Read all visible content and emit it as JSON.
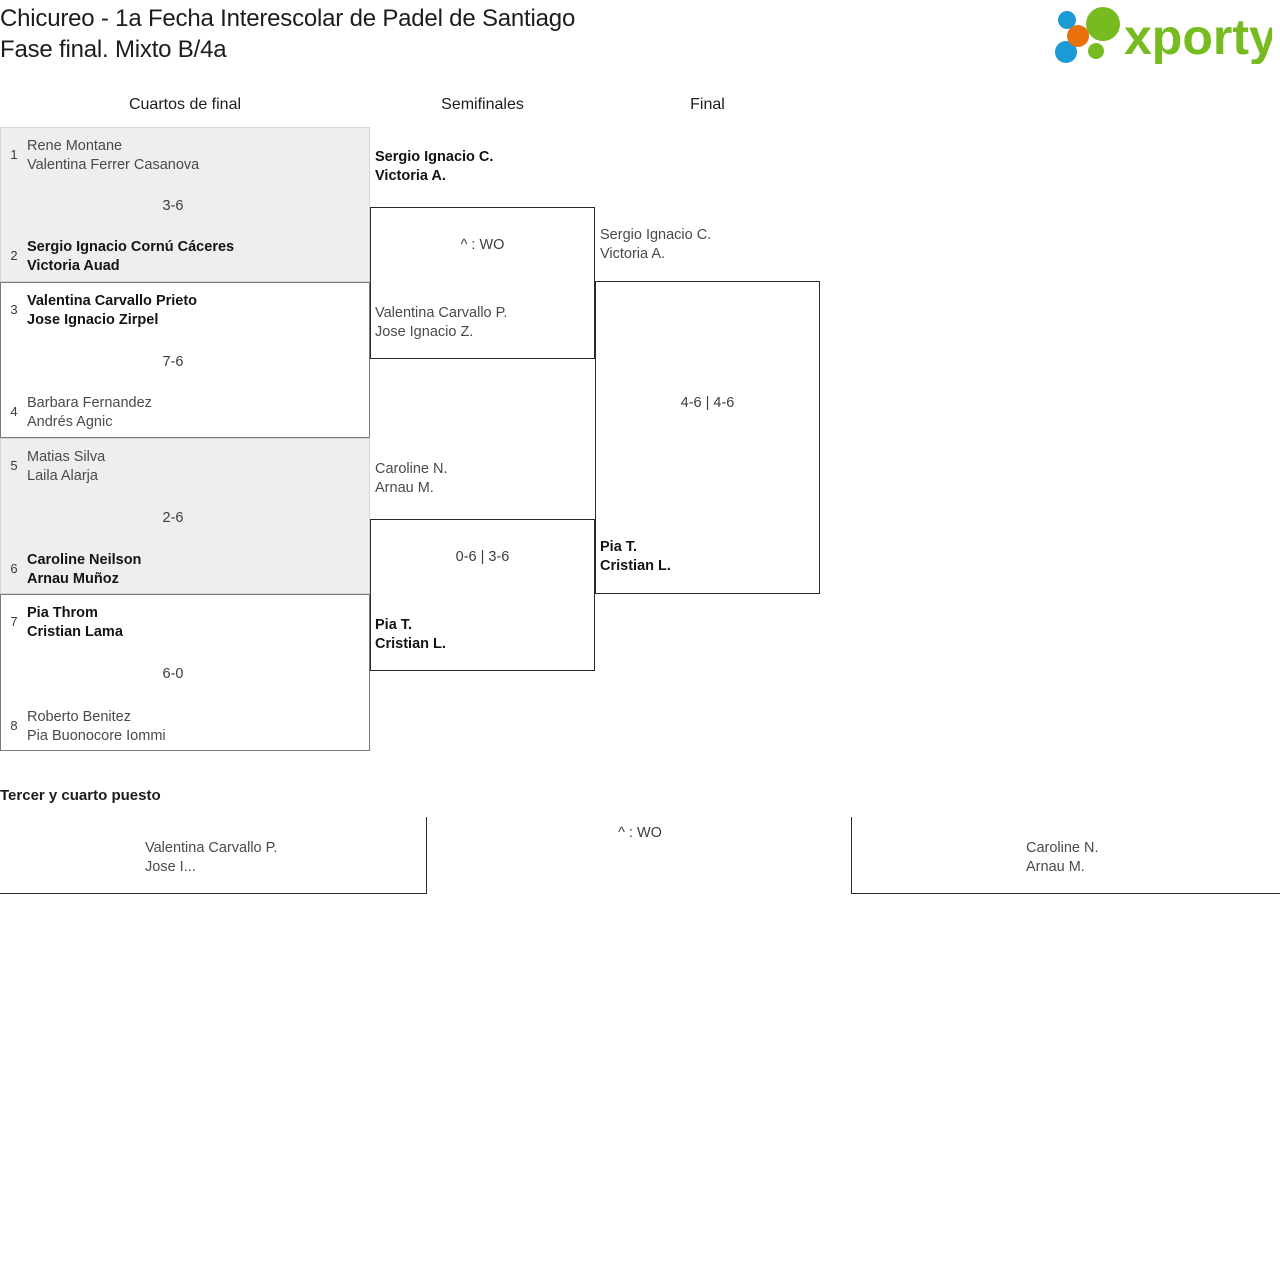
{
  "header": {
    "title": "Chicureo - 1a Fecha Interescolar de Padel de Santiago\nFase final. Mixto B/4a",
    "logo_text": "xporty",
    "logo_colors": {
      "green": "#76bc21",
      "orange": "#e8710a",
      "blue": "#1c9ad6"
    }
  },
  "rounds": {
    "quarterfinals_label": "Cuartos de final",
    "semifinals_label": "Semifinales",
    "final_label": "Final"
  },
  "quarterfinals": [
    {
      "seed_top": "1",
      "top": "Rene Montane\nValentina Ferrer Casanova",
      "seed_bottom": "2",
      "bottom": "Sergio Ignacio Cornú Cáceres\nVictoria Auad",
      "score": "3-6",
      "winner": "bottom"
    },
    {
      "seed_top": "3",
      "top": "Valentina Carvallo Prieto\nJose Ignacio Zirpel",
      "seed_bottom": "4",
      "bottom": "Barbara Fernandez\nAndrés Agnic",
      "score": "7-6",
      "winner": "top"
    },
    {
      "seed_top": "5",
      "top": "Matias Silva\nLaila Alarja",
      "seed_bottom": "6",
      "bottom": "Caroline Neilson\nArnau Muñoz",
      "score": "2-6",
      "winner": "bottom"
    },
    {
      "seed_top": "7",
      "top": "Pia Throm\nCristian Lama",
      "seed_bottom": "8",
      "bottom": "Roberto Benitez\nPia Buonocore Iommi",
      "score": "6-0",
      "winner": "top"
    }
  ],
  "semifinals": [
    {
      "top": "Sergio Ignacio C.\nVictoria A.",
      "bottom": "Valentina Carvallo P.\nJose Ignacio Z.",
      "score": "^ : WO",
      "winner": "top"
    },
    {
      "top": "Caroline N.\nArnau M.",
      "bottom": "Pia T.\nCristian L.",
      "score": "0-6 | 3-6",
      "winner": "bottom"
    }
  ],
  "final": {
    "top": "Sergio Ignacio C.\nVictoria A.",
    "bottom": "Pia T.\nCristian L.",
    "score": "4-6 | 4-6",
    "winner": "bottom"
  },
  "third_place": {
    "title": "Tercer y cuarto puesto",
    "left": "Valentina Carvallo P.\nJose I...",
    "right": "Caroline N.\nArnau M.",
    "score": "^ : WO"
  }
}
